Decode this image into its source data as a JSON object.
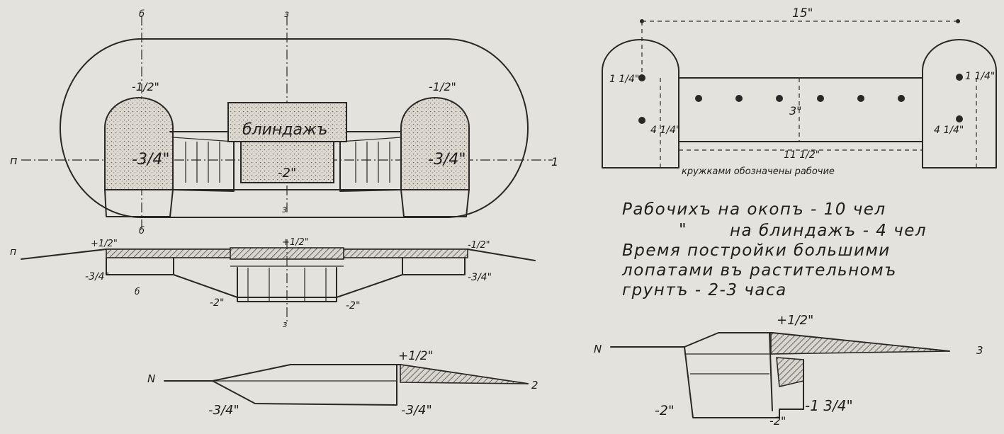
{
  "plan": {
    "label_blindazh": "блиндажъ",
    "depth_left": "-3/4\"",
    "depth_right": "-3/4\"",
    "depth_center": "-2\"",
    "top_left": "-1/2\"",
    "top_right": "-1/2\"",
    "mark_left": "п",
    "mark_right": "1",
    "mark_top_b": "б",
    "mark_top_z": "з",
    "mark_bottom_b": "б",
    "mark_bottom_z": "з"
  },
  "section_1": {
    "mark_left": "п",
    "top_left": "+1/2\"",
    "top_center": "+1/2\"",
    "top_right": "-1/2\"",
    "depth_left": "-3/4\"",
    "depth_right": "-3/4\"",
    "depth_center_left": "-2\"",
    "depth_center_right": "-2\"",
    "mark_b": "б",
    "mark_z": "з"
  },
  "section_2": {
    "mark_left": "N",
    "mark_right": "2",
    "top": "+1/2\"",
    "depth_left": "-3/4\"",
    "depth_right": "-3/4\""
  },
  "section_3": {
    "mark_left": "N",
    "mark_right": "3",
    "top": "+1/2\"",
    "depth_left": "-2\"",
    "depth_mid": "-2\"",
    "depth_right": "-1 3/4\""
  },
  "elevation": {
    "dim_top": "15\"",
    "dim_left_top": "1 1/4\"",
    "dim_right_top": "1 1/4\"",
    "dim_left_height": "4 1/4\"",
    "dim_right_height": "4 1/4\"",
    "dim_center_height": "3\"",
    "dim_bottom": "11 1/2\"",
    "caption": "кружками обозначены рабочие"
  },
  "notes": {
    "line1": "Рабочихъ на окопъ - 10 чел",
    "line2_mark": "\"",
    "line2": "на блиндажъ - 4 чел",
    "line3": "Время постройки большими",
    "line4": "лопатами въ растительномъ",
    "line5": "грунтъ  - 2-3 часа"
  }
}
